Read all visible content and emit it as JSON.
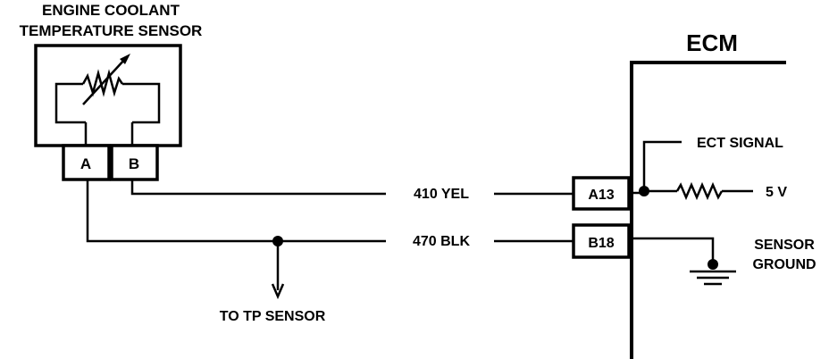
{
  "sensor": {
    "title_line1": "ENGINE COOLANT",
    "title_line2": "TEMPERATURE SENSOR",
    "pin_a": "A",
    "pin_b": "B"
  },
  "ecm": {
    "title": "ECM",
    "pin_a13": "A13",
    "pin_b18": "B18",
    "ect_signal": "ECT SIGNAL",
    "voltage": "5 V",
    "ground_line1": "SENSOR",
    "ground_line2": "GROUND"
  },
  "wires": {
    "yel": "410 YEL",
    "blk": "470 BLK",
    "tp": "TO TP SENSOR"
  }
}
